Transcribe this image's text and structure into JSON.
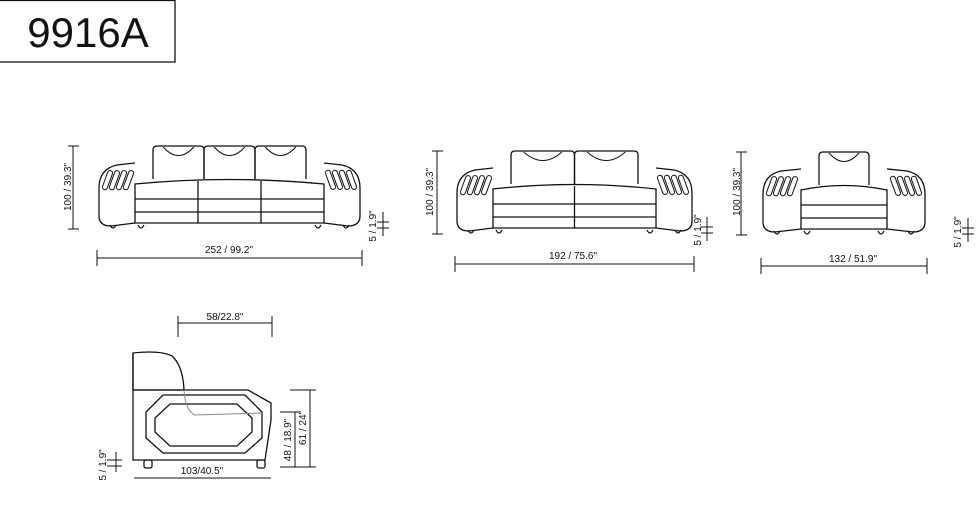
{
  "model": "9916A",
  "sofa": {
    "height": "100 / 39.3\"",
    "width": "252 / 99.2\"",
    "leg": "5 / 1.9\""
  },
  "loveseat": {
    "height": "100 / 39.3\"",
    "width": "192 / 75.6\"",
    "leg": "5 / 1.9\""
  },
  "chair": {
    "height": "100 / 39.3\"",
    "width": "132 / 51.9\"",
    "leg": "5 / 1.9\""
  },
  "side": {
    "seat_depth": "58/22.8\"",
    "depth": "103/40.5\"",
    "seat_height": "48 / 18.9\"",
    "arm_height": "61 / 24\"",
    "leg": "5 / 1.9\""
  }
}
